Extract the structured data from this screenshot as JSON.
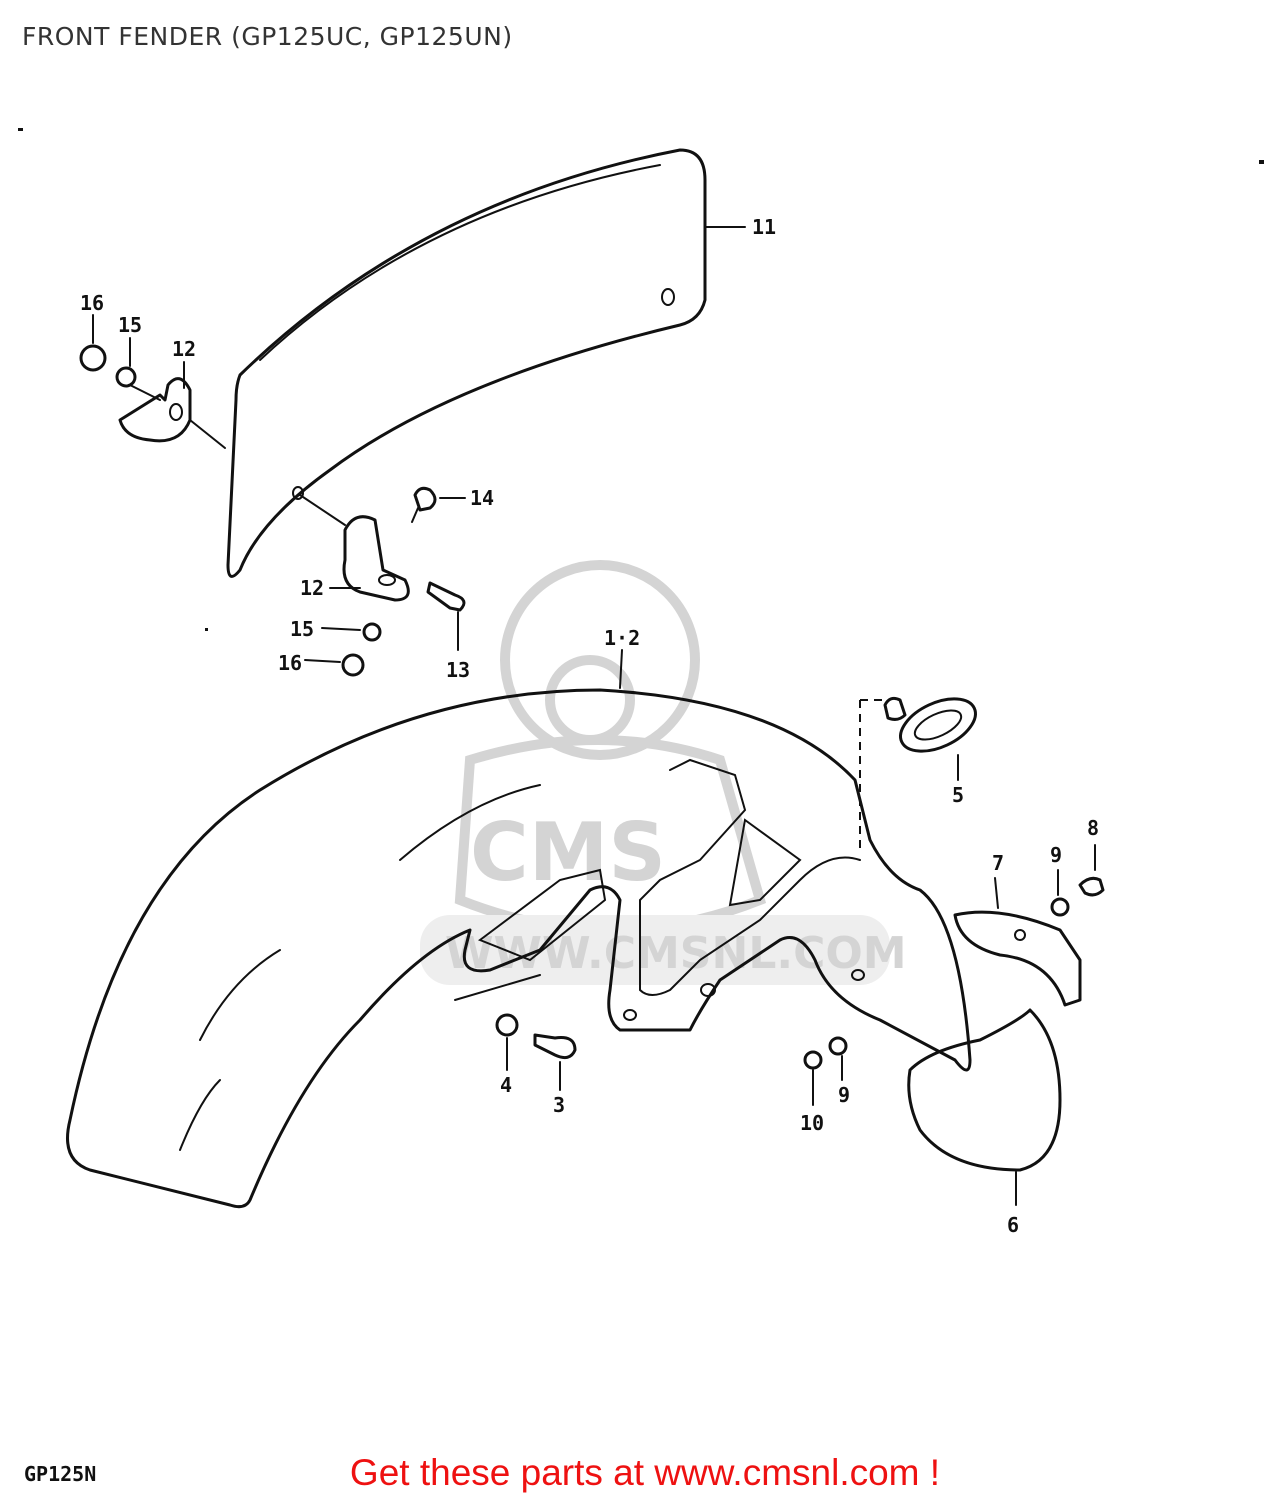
{
  "header": {
    "title": "FRONT FENDER (GP125UC, GP125UN)"
  },
  "diagram": {
    "callouts": [
      {
        "id": "c11",
        "label": "11"
      },
      {
        "id": "c16a",
        "label": "16"
      },
      {
        "id": "c15a",
        "label": "15"
      },
      {
        "id": "c12a",
        "label": "12"
      },
      {
        "id": "c14",
        "label": "14"
      },
      {
        "id": "c12b",
        "label": "12"
      },
      {
        "id": "c15b",
        "label": "15"
      },
      {
        "id": "c16b",
        "label": "16"
      },
      {
        "id": "c13",
        "label": "13"
      },
      {
        "id": "c1-2",
        "label": "1·2"
      },
      {
        "id": "c5",
        "label": "5"
      },
      {
        "id": "c8",
        "label": "8"
      },
      {
        "id": "c7",
        "label": "7"
      },
      {
        "id": "c9a",
        "label": "9"
      },
      {
        "id": "c4",
        "label": "4"
      },
      {
        "id": "c3",
        "label": "3"
      },
      {
        "id": "c10",
        "label": "10"
      },
      {
        "id": "c9b",
        "label": "9"
      },
      {
        "id": "c6",
        "label": "6"
      }
    ],
    "watermark": {
      "text": "WWW.CMSNL.COM",
      "logo": "CMS"
    }
  },
  "footer": {
    "model_code": "GP125N",
    "link_text": "Get these parts at www.cmsnl.com !"
  },
  "colors": {
    "link": "#ee1111",
    "ink": "#111111",
    "watermark": "#d4d4d4"
  }
}
